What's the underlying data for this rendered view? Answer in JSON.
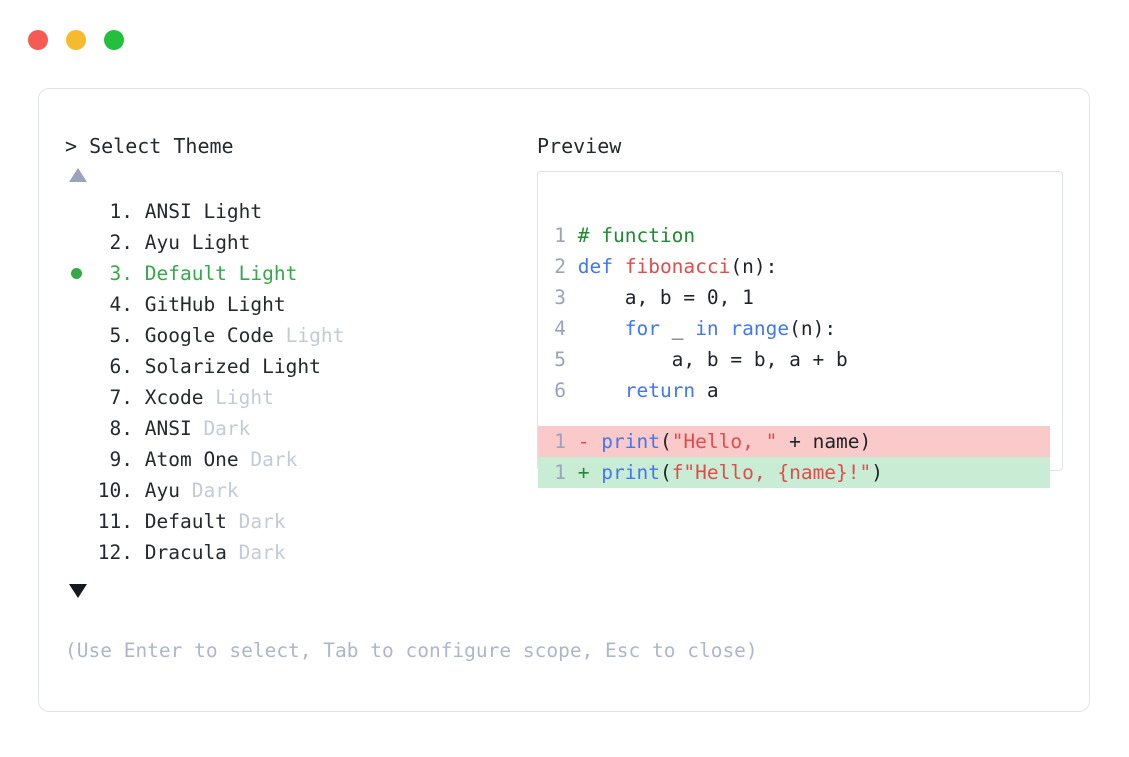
{
  "window": {
    "traffic_lights": [
      {
        "name": "close",
        "color": "#f45b53"
      },
      {
        "name": "minimize",
        "color": "#f6bb2d"
      },
      {
        "name": "maximize",
        "color": "#24bf3c"
      }
    ]
  },
  "prompt": {
    "title": "> Select Theme",
    "scroll_up": "▲",
    "scroll_down": "▼"
  },
  "preview": {
    "title": "Preview"
  },
  "themes": [
    {
      "index": " 1.",
      "name": " ANSI",
      "variant": " Light",
      "variant_muted": false,
      "selected": false
    },
    {
      "index": " 2.",
      "name": " Ayu",
      "variant": " Light",
      "variant_muted": false,
      "selected": false
    },
    {
      "index": " 3.",
      "name": " Default",
      "variant": " Light",
      "variant_muted": false,
      "selected": true
    },
    {
      "index": " 4.",
      "name": " GitHub",
      "variant": " Light",
      "variant_muted": false,
      "selected": false
    },
    {
      "index": " 5.",
      "name": " Google Code",
      "variant": " Light",
      "variant_muted": true,
      "selected": false
    },
    {
      "index": " 6.",
      "name": " Solarized",
      "variant": " Light",
      "variant_muted": false,
      "selected": false
    },
    {
      "index": " 7.",
      "name": " Xcode",
      "variant": " Light",
      "variant_muted": true,
      "selected": false
    },
    {
      "index": " 8.",
      "name": " ANSI",
      "variant": " Dark",
      "variant_muted": true,
      "selected": false
    },
    {
      "index": " 9.",
      "name": " Atom One",
      "variant": " Dark",
      "variant_muted": true,
      "selected": false
    },
    {
      "index": "10.",
      "name": " Ayu",
      "variant": " Dark",
      "variant_muted": true,
      "selected": false
    },
    {
      "index": "11.",
      "name": " Default",
      "variant": " Dark",
      "variant_muted": true,
      "selected": false
    },
    {
      "index": "12.",
      "name": " Dracula",
      "variant": " Dark",
      "variant_muted": true,
      "selected": false
    }
  ],
  "code": {
    "lines": [
      {
        "num": "1",
        "tokens": [
          {
            "t": "# function",
            "c": "comment"
          }
        ]
      },
      {
        "num": "2",
        "tokens": [
          {
            "t": "def ",
            "c": "kw"
          },
          {
            "t": "fibonacci",
            "c": "fn"
          },
          {
            "t": "(n):",
            "c": "plain"
          }
        ]
      },
      {
        "num": "3",
        "tokens": [
          {
            "t": "    a, b = 0, 1",
            "c": "plain"
          }
        ]
      },
      {
        "num": "4",
        "tokens": [
          {
            "t": "    ",
            "c": "plain"
          },
          {
            "t": "for",
            "c": "kw"
          },
          {
            "t": " _ ",
            "c": "plain"
          },
          {
            "t": "in range",
            "c": "kw"
          },
          {
            "t": "(n):",
            "c": "plain"
          }
        ]
      },
      {
        "num": "5",
        "tokens": [
          {
            "t": "        a, b = b, a + b",
            "c": "plain"
          }
        ]
      },
      {
        "num": "6",
        "tokens": [
          {
            "t": "    ",
            "c": "plain"
          },
          {
            "t": "return",
            "c": "kw"
          },
          {
            "t": " a",
            "c": "plain"
          }
        ]
      }
    ]
  },
  "diff": [
    {
      "num": "1",
      "mark": "-",
      "kind": "del",
      "tokens": [
        {
          "t": "print",
          "c": "kw"
        },
        {
          "t": "(",
          "c": "plain"
        },
        {
          "t": "\"Hello, \"",
          "c": "str"
        },
        {
          "t": " + name)",
          "c": "plain"
        }
      ]
    },
    {
      "num": "1",
      "mark": "+",
      "kind": "add",
      "tokens": [
        {
          "t": "print",
          "c": "kw"
        },
        {
          "t": "(",
          "c": "plain"
        },
        {
          "t": "f\"Hello, {name}!\"",
          "c": "str"
        },
        {
          "t": ")",
          "c": "plain"
        }
      ]
    }
  ],
  "hint": "(Use Enter to select, Tab to configure scope, Esc to close)",
  "colors": {
    "accent_green": "#35a84a",
    "muted": "#c3cad8",
    "hint": "#aeb6cc",
    "border": "#dfe2ea",
    "diff_del_bg": "#fac9c9",
    "diff_add_bg": "#c9ecd4",
    "kw": "#4277f0",
    "fn": "#e24b4b",
    "str": "#e24b4b",
    "comment": "#1f8a30"
  }
}
